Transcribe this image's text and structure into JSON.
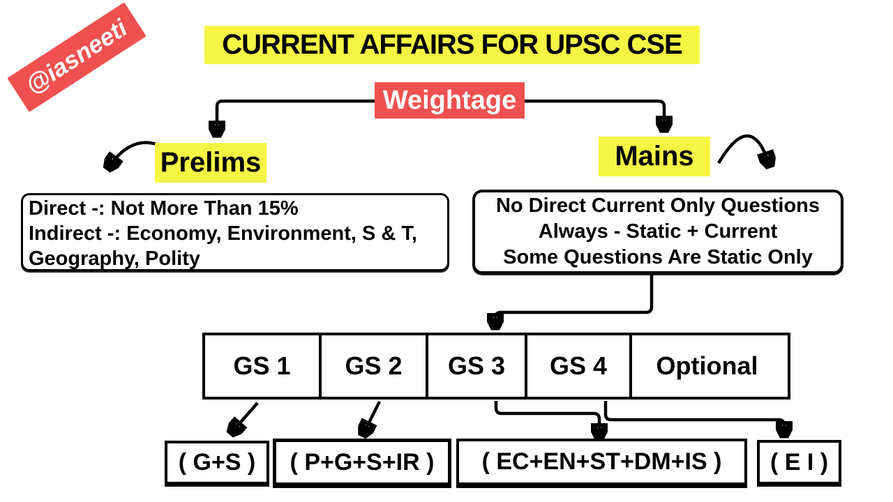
{
  "badge": {
    "label": "@iasneeti"
  },
  "title": {
    "text": "CURRENT AFFAIRS FOR UPSC CSE"
  },
  "weightage": {
    "label": "Weightage"
  },
  "branches": {
    "prelims": {
      "label": "Prelims",
      "details": [
        "Direct -: Not More Than 15%",
        "Indirect -: Economy, Environment, S & T,",
        "Geography, Polity"
      ]
    },
    "mains": {
      "label": "Mains",
      "details": [
        "No Direct Current Only Questions",
        "Always - Static + Current",
        "Some Questions Are Static Only"
      ]
    }
  },
  "papers": {
    "cells": [
      "GS 1",
      "GS 2",
      "GS 3",
      "GS 4",
      "Optional"
    ]
  },
  "subjects": [
    "( G+S )",
    "( P+G+S+IR )",
    "( EC+EN+ST+DM+IS )",
    "( E I )"
  ],
  "colors": {
    "red": "#F0504F",
    "yellow": "#F5F544",
    "ink": "#000000",
    "background": "#FFFFFF"
  }
}
